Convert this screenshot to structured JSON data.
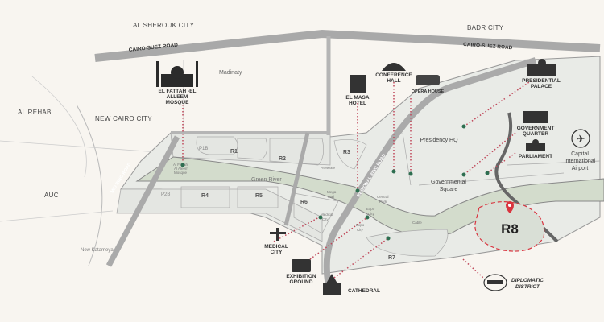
{
  "cities": {
    "al_sherouk": "AL SHEROUK CITY",
    "badr": "BADR CITY",
    "al_rehab": "AL REHAB",
    "new_cairo": "NEW CAIRO CITY",
    "auc": "AUC",
    "new_katameya": "New Katameya",
    "madinaty": "Madinaty"
  },
  "roads": {
    "cairo_suez_left": "CAIRO-SUEZ ROAD",
    "cairo_suez_right": "CAIRO-SUEZ ROAD",
    "mid_ring": "MID RING ROAD",
    "regional_ring": "REGIONAL RING ROAD"
  },
  "zones": [
    "P1B",
    "R1",
    "R2",
    "R3",
    "P2B",
    "R4",
    "R5",
    "R6",
    "R7",
    "R8"
  ],
  "features": {
    "green_river": "Green River",
    "presidency_hq": "Presidency HQ",
    "governmental_square": [
      "Governmental",
      "Square"
    ],
    "capital_airport": [
      "Capital",
      "International",
      "Airport"
    ],
    "central_park": [
      "Central",
      "Park"
    ],
    "mega_mall": [
      "Mega",
      "Mall"
    ],
    "medical_city_small": [
      "Medical",
      "City"
    ],
    "expo_city": [
      "Expo",
      "City"
    ],
    "expo_city_2": [
      "Expo",
      "City"
    ],
    "cable": "Cable",
    "al_fattah_small": [
      "Al Fattah",
      "Al Aleem",
      "Mosque"
    ],
    "promenade": "Promenade"
  },
  "landmarks": {
    "mosque": [
      "EL FATTAH -EL",
      "ALLEEM",
      "MOSQUE"
    ],
    "el_masa": [
      "EL MASA",
      "HOTEL"
    ],
    "conference": [
      "CONFERENCE",
      "HALL"
    ],
    "opera": "OPERA HOUSE",
    "palace": [
      "PRESIDENTIAL",
      "PALACE"
    ],
    "gov_quarter": [
      "GOVERNMENT",
      "QUARTER"
    ],
    "parliament": "PARLIAMENT",
    "medical_city": [
      "MEDICAL",
      "CITY"
    ],
    "exhibition": [
      "EXHIBITION",
      "GROUND"
    ],
    "cathedral": "CATHEDRAL",
    "diplomatic": [
      "DIPLOMATIC",
      "DISTRICT"
    ]
  },
  "highlight": {
    "label": "R8",
    "color": "#d9343f"
  },
  "colors": {
    "background": "#f8f5f0",
    "road": "#a9a9a9",
    "zone": "#e6e8e4",
    "river": "#cfd8c8",
    "pin": "#2e6e50"
  }
}
